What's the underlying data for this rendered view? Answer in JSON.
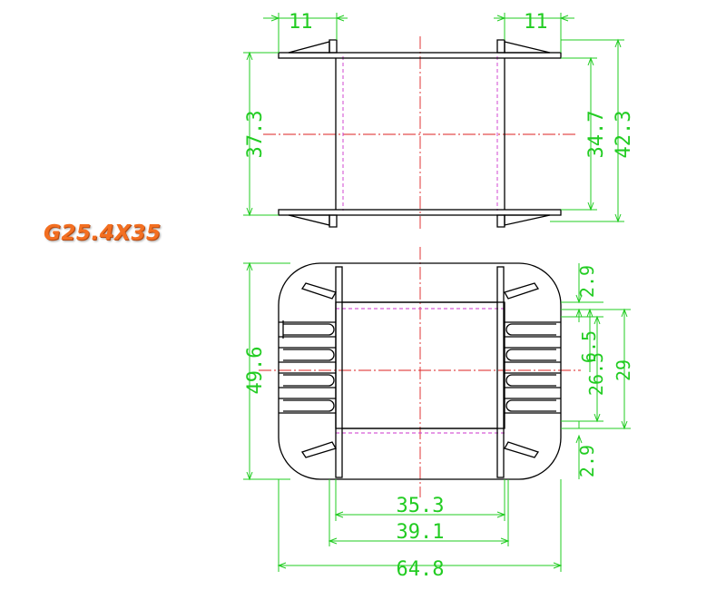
{
  "title": "G25.4X35",
  "colors": {
    "outline": "#000000",
    "dimension": "#22cc22",
    "centerline": "#dd2222",
    "hidden": "#cc33cc",
    "title": "#f36f21"
  },
  "dimensions": {
    "top_left_flange": "11",
    "top_right_flange": "11",
    "top_left_height": "37.3",
    "top_right_inner": "34.7",
    "top_right_outer": "42.3",
    "bottom_left_height": "49.6",
    "bottom_right_top_gap": "2.9",
    "bottom_right_bottom_gap": "2.9",
    "bottom_right_inner_small": "6.5",
    "bottom_right_inner": "26.5",
    "bottom_right_outer": "29",
    "bottom_width_inner": "35.3",
    "bottom_width_mid": "39.1",
    "bottom_width_outer": "64.8"
  }
}
